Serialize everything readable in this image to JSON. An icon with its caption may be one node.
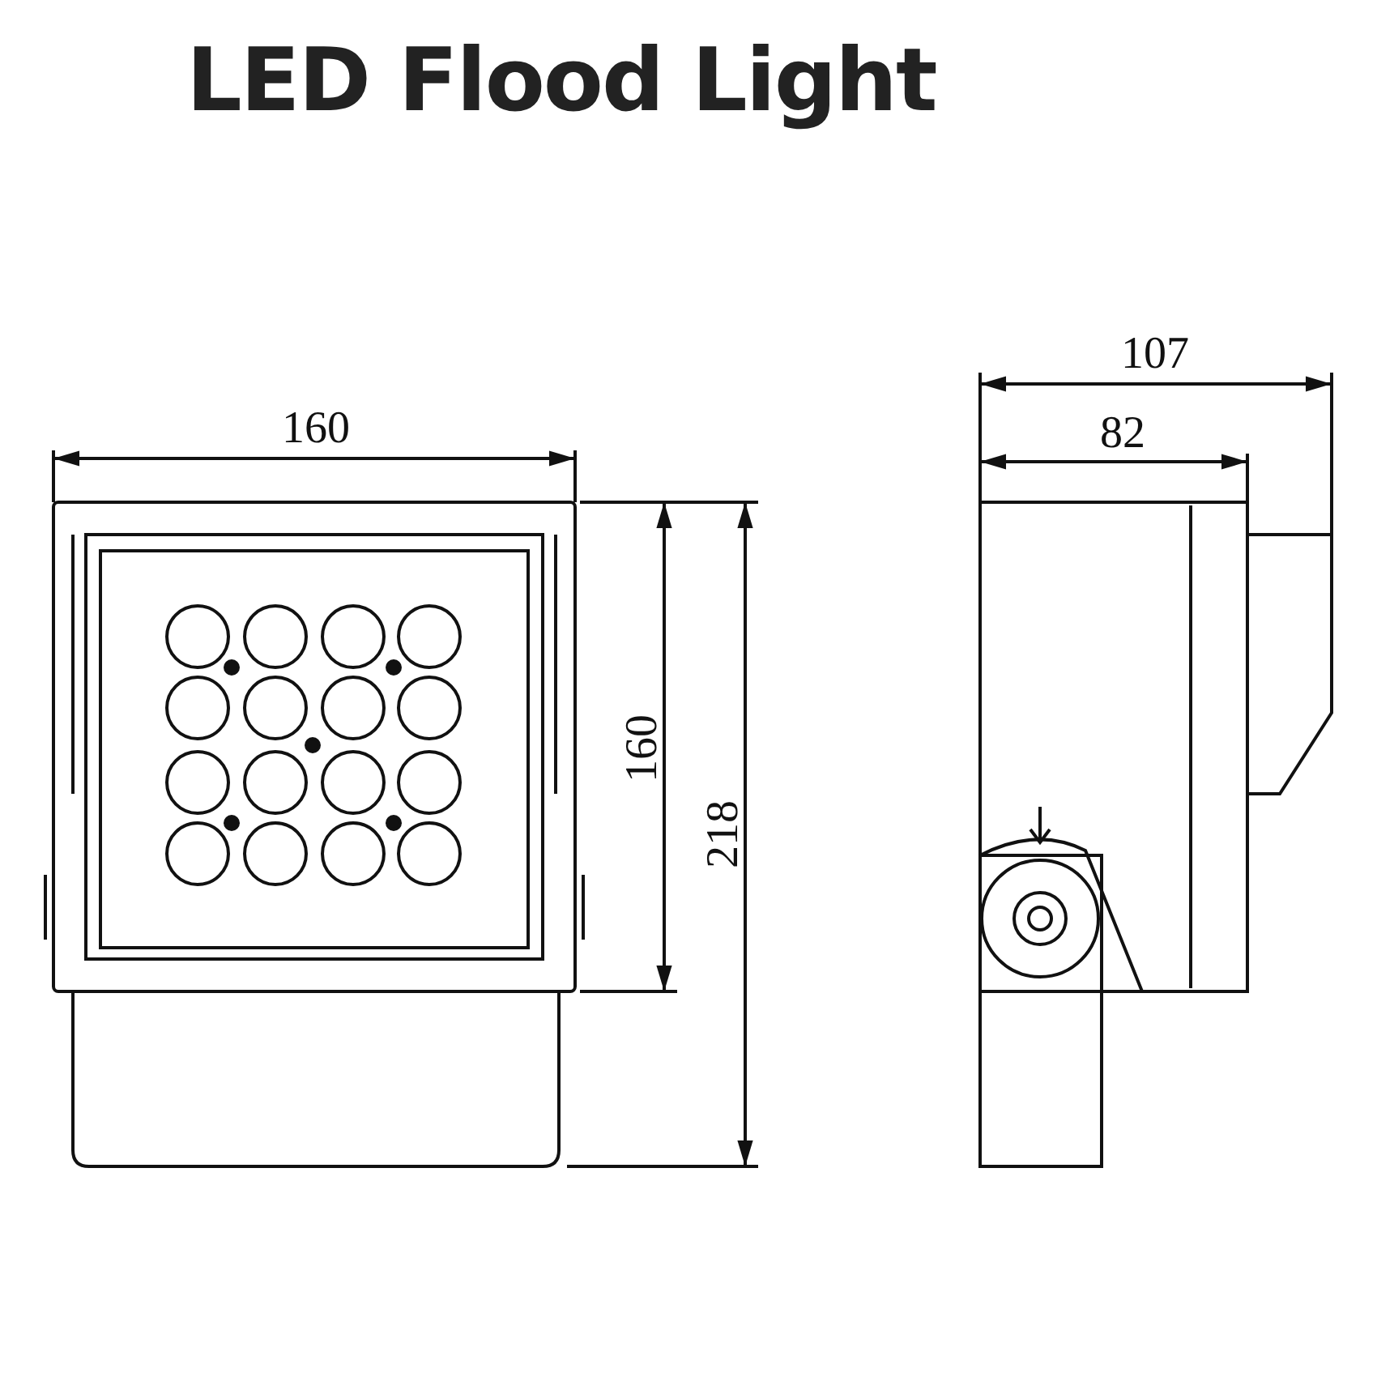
{
  "diagram": {
    "title": "LED Flood Light",
    "labels": [
      "107",
      "160",
      "82",
      "160",
      "218"
    ]
  }
}
